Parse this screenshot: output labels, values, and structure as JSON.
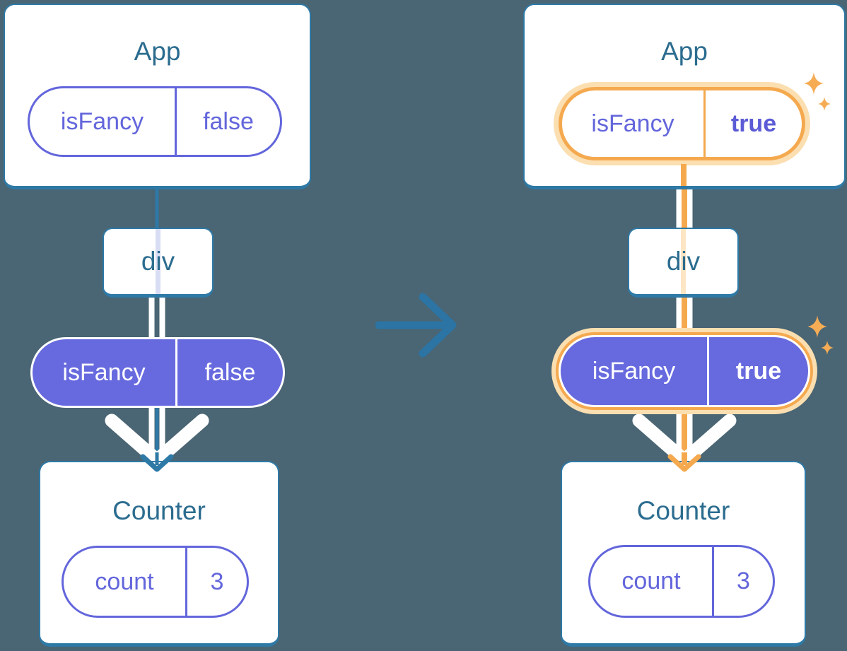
{
  "left": {
    "app": {
      "title": "App",
      "prop_name": "isFancy",
      "prop_value": "false"
    },
    "container": {
      "label": "div"
    },
    "passed_prop": {
      "name": "isFancy",
      "value": "false"
    },
    "counter": {
      "title": "Counter",
      "state_name": "count",
      "state_value": "3"
    }
  },
  "right": {
    "app": {
      "title": "App",
      "prop_name": "isFancy",
      "prop_value": "true"
    },
    "container": {
      "label": "div"
    },
    "passed_prop": {
      "name": "isFancy",
      "value": "true"
    },
    "counter": {
      "title": "Counter",
      "state_name": "count",
      "state_value": "3"
    }
  },
  "icons": {
    "transition_arrow": "right-arrow",
    "flow_arrowhead": "down-chevron",
    "highlight": "sparkle"
  },
  "colors": {
    "background": "#4A6573",
    "card_background": "#FFFFFF",
    "card_border_teal": "#2E79A6",
    "title_text": "#2B6C8F",
    "purple": "#6366DB",
    "purple_fill": "#676ADE",
    "purple_bold_value": "#5B5BD6",
    "highlight_orange": "#F5A94F",
    "highlight_glow": "#FBDFB1",
    "faint_orange": "#FCE6C4",
    "faint_lavender": "#D8DDF4",
    "transition_arrow_blue": "#2B74A4"
  }
}
